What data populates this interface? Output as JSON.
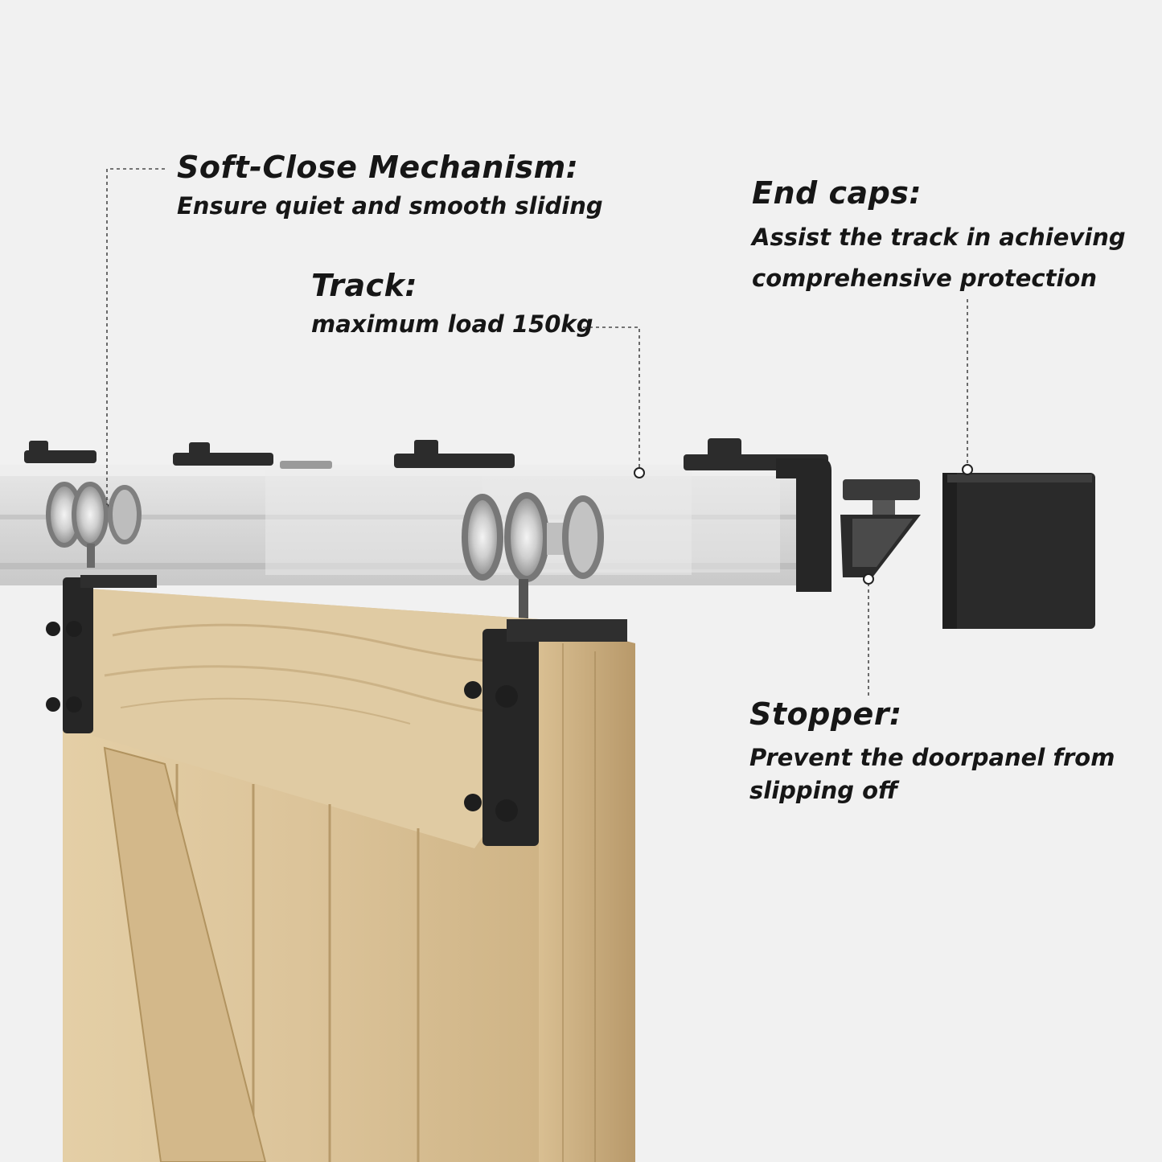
{
  "annotations": {
    "soft_close": {
      "title": "Soft-Close Mechanism:",
      "desc": "Ensure quiet and smooth sliding"
    },
    "track": {
      "title": "Track:",
      "desc": "maximum load 150kg"
    },
    "end_caps": {
      "title": "End caps:",
      "desc_line1": "Assist the track in achieving",
      "desc_line2": "comprehensive protection"
    },
    "stopper": {
      "title": "Stopper:",
      "desc_line1": "Prevent the doorpanel from",
      "desc_line2": "slipping off"
    }
  },
  "colors": {
    "background": "#f1f1f1",
    "hardware": "#2b2b2b",
    "wood": "#dcc49a",
    "track": "#d9d9d9"
  }
}
